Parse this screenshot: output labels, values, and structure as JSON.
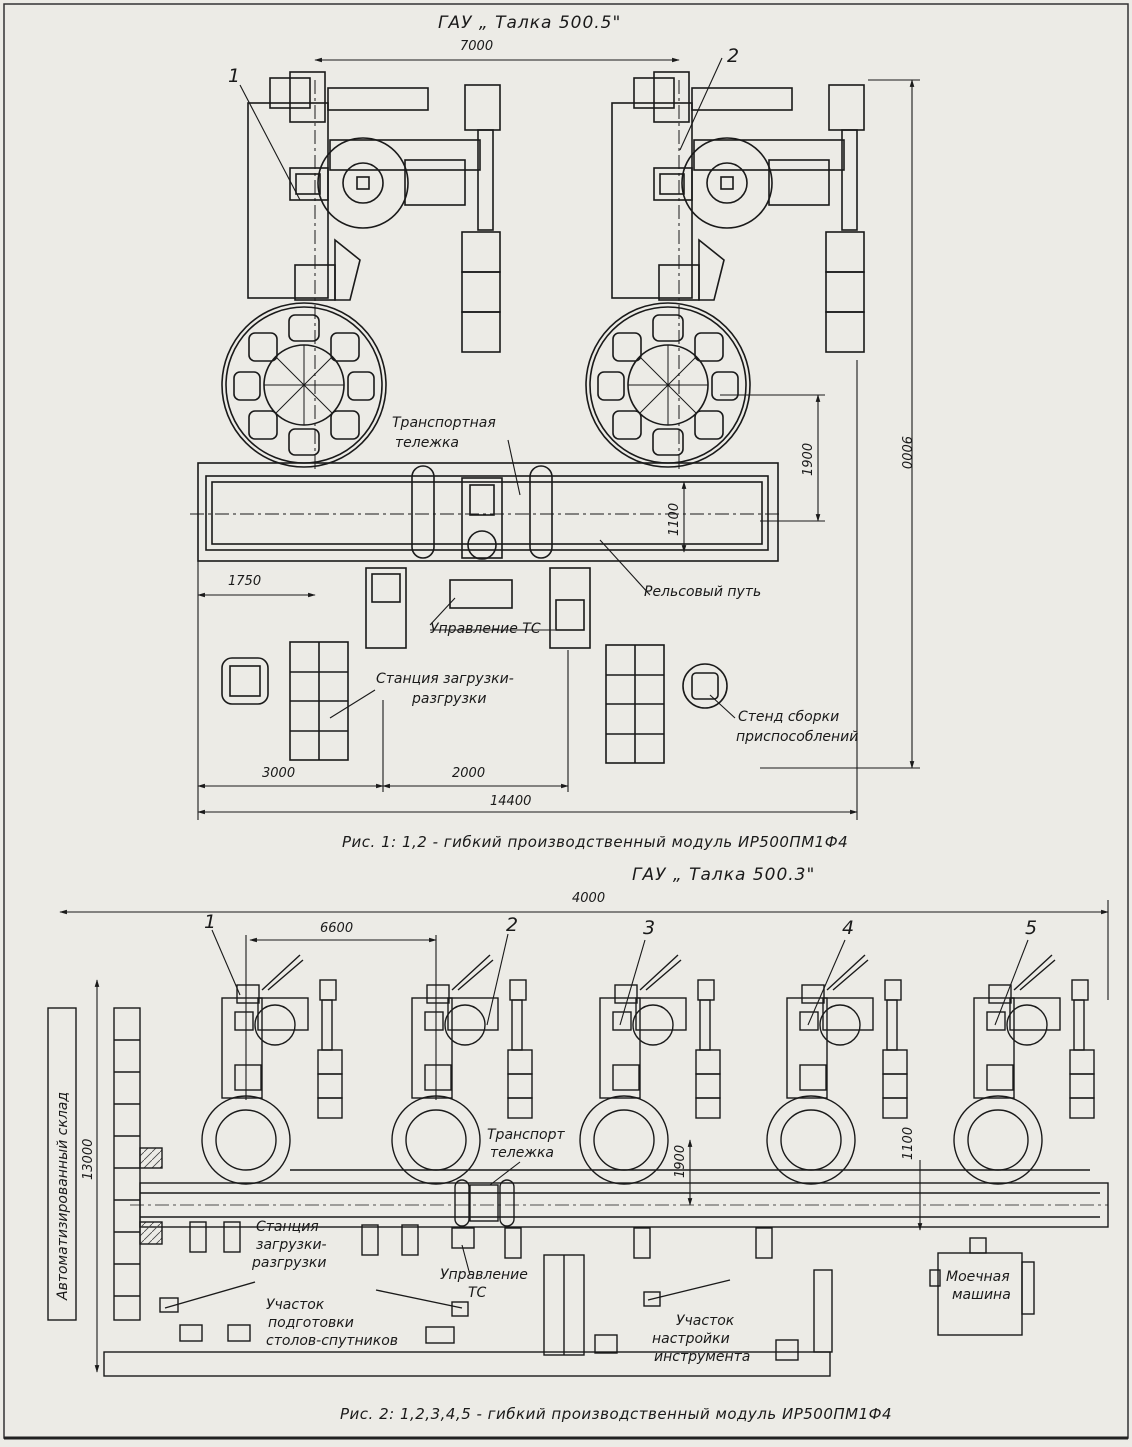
{
  "fig1": {
    "title": "ГАУ „ Талка 500.5\"",
    "caption": "Рис. 1:  1,2 - гибкий производственный модуль ИР500ПМ1Ф4",
    "dims": {
      "d7000": "7000",
      "d1750": "1750",
      "d1900": "1900",
      "d1100": "1100",
      "d9000": "9000",
      "d3000": "3000",
      "d2000": "2000",
      "d14400": "14400"
    },
    "callouts": [
      "1",
      "2"
    ],
    "labels": {
      "cart_l1": "Транспортная",
      "cart_l2": "тележка",
      "rail": "Рельсовый путь",
      "control": "Управление ТС",
      "station_l1": "Станция загрузки-",
      "station_l2": "разгрузки",
      "stand_l1": "Стенд сборки",
      "stand_l2": "приспособлений"
    }
  },
  "fig2": {
    "title": "ГАУ „ Талка 500.3\"",
    "caption": "Рис. 2:  1,2,3,4,5 - гибкий производственный модуль ИР500ПМ1Ф4",
    "dims": {
      "d4000": "4000",
      "d6600": "6600",
      "d13000": "13000",
      "d1900": "1900",
      "d1100": "1100"
    },
    "callouts": [
      "1",
      "2",
      "3",
      "4",
      "5"
    ],
    "labels": {
      "warehouse": "Автоматизированный склад",
      "cart_l1": "Транспорт",
      "cart_l2": "тележка",
      "station_l1": "Станция",
      "station_l2": "загрузки-",
      "station_l3": "разгрузки",
      "control_l1": "Управление",
      "control_l2": "ТС",
      "prep_l1": "Участок",
      "prep_l2": "подготовки",
      "prep_l3": "столов-спутников",
      "tool_l1": "Участок",
      "tool_l2": "настройки",
      "tool_l3": "инструмента",
      "wash_l1": "Моечная",
      "wash_l2": "машина"
    }
  }
}
